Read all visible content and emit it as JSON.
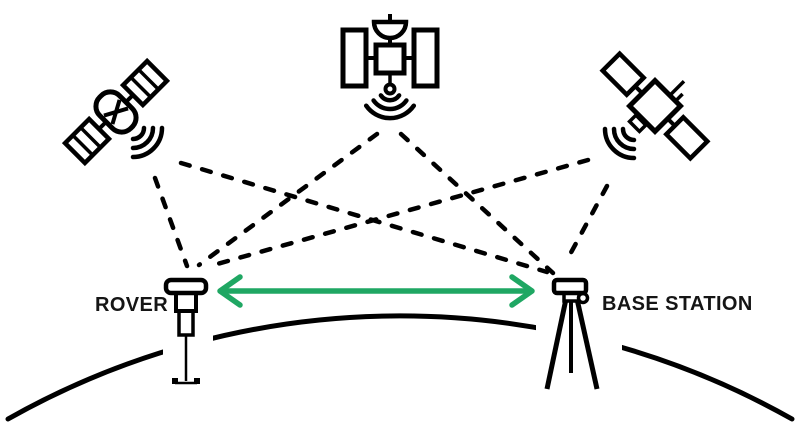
{
  "labels": {
    "rover": "ROVER",
    "base_station": "BASE STATION"
  },
  "colors": {
    "accent_green": "#1FA763",
    "ink": "#000000"
  },
  "icons": {
    "satellite-left-icon": "tilted satellite with segmented solar panels, signal waves toward lower-right",
    "satellite-center-icon": "front-facing satellite with dish antenna, two solar panels, signal waves downward",
    "satellite-right-icon": "tilted satellite with solar panels and antennas, signal waves toward lower-left",
    "rover-antenna-icon": "GNSS receiver on survey pole with bipod feet",
    "base-tripod-icon": "GNSS base receiver on tripod",
    "earth-curve": "arc of the Earth's surface",
    "baseline-arrow": "green double-headed arrow between rover and base station"
  },
  "nodes": [
    "satellite-left",
    "satellite-center",
    "satellite-right",
    "rover",
    "base-station"
  ],
  "connections": [
    {
      "from": "satellite-left",
      "to": "rover",
      "style": "dashed"
    },
    {
      "from": "satellite-left",
      "to": "base-station",
      "style": "dashed"
    },
    {
      "from": "satellite-center",
      "to": "rover",
      "style": "dashed"
    },
    {
      "from": "satellite-center",
      "to": "base-station",
      "style": "dashed"
    },
    {
      "from": "satellite-right",
      "to": "rover",
      "style": "dashed"
    },
    {
      "from": "satellite-right",
      "to": "base-station",
      "style": "dashed"
    },
    {
      "from": "rover",
      "to": "base-station",
      "style": "double-arrow"
    }
  ]
}
